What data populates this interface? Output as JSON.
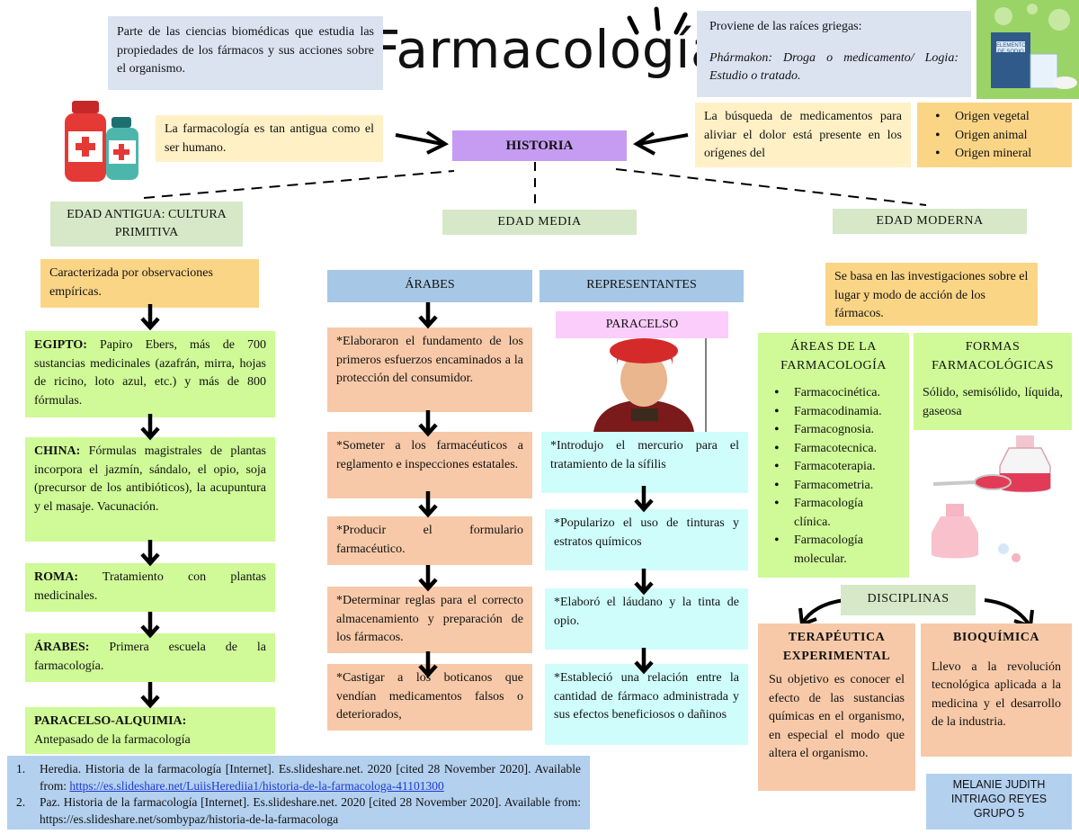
{
  "title": "Farmacología",
  "definition": "Parte de las ciencias biomédicas que estudia las propiedades de los fármacos y sus acciones sobre el organismo.",
  "etymology": {
    "intro": "Proviene de las raíces griegas:",
    "detail": "Phármakon: Droga o medicamento/ Logia: Estudio o tratado."
  },
  "ancient_note": "La farmacología es tan antigua como el ser humano.",
  "search_note": "La búsqueda de medicamentos para aliviar el dolor está presente en los orígenes del",
  "origins": [
    "Origen vegetal",
    "Origen animal",
    "Origen mineral"
  ],
  "central": "HISTORIA",
  "eras": {
    "antigua": "EDAD ANTIGUA: CULTURA PRIMITIVA",
    "media": "EDAD MEDIA",
    "moderna": "EDAD MODERNA"
  },
  "antigua": {
    "intro": "Caracterizada por observaciones empíricas.",
    "items": [
      {
        "label": "EGIPTO:",
        "text": " Papiro Ebers, más de 700 sustancias medicinales (azafrán, mirra, hojas de ricino, loto azul, etc.) y más de 800 fórmulas."
      },
      {
        "label": "CHINA:",
        "text": " Fórmulas magistrales de plantas incorpora el jazmín, sándalo, el opio, soja (precursor de los antibióticos), la acupuntura y el masaje. Vacunación."
      },
      {
        "label": "ROMA:",
        "text": " Tratamiento con plantas medicinales."
      },
      {
        "label": "ÁRABES:",
        "text": " Primera escuela de la farmacología."
      },
      {
        "label": "PARACELSO-ALQUIMIA:",
        "text": "Antepasado de la farmacología"
      }
    ]
  },
  "media": {
    "arabes_header": "ÁRABES",
    "arabes_items": [
      "*Elaboraron el fundamento de los primeros esfuerzos encaminados a la protección del consumidor.",
      "*Someter a los farmacéuticos a reglamento e inspecciones estatales.",
      "*Producir el formulario farmacéutico.",
      "*Determinar reglas para el correcto almacenamiento y preparación de los fármacos.",
      "*Castigar a los boticanos que vendían medicamentos falsos o deteriorados,"
    ],
    "rep_header": "REPRESENTANTES",
    "rep_name": "PARACELSO",
    "rep_items": [
      "*Introdujo el mercurio para el tratamiento de la sífilis",
      "*Popularizo el uso de tinturas y estratos químicos",
      "*Elaboró el láudano y la tinta de opio.",
      "*Estableció una relación entre la cantidad de fármaco administrada y sus efectos beneficiosos o dañinos"
    ]
  },
  "moderna": {
    "intro": "Se basa en las investigaciones sobre el lugar y modo de acción de los fármacos.",
    "areas_title": "ÁREAS DE LA FARMACOLOGÍA",
    "areas": [
      "Farmacocinética.",
      "Farmacodinamia.",
      "Farmacognosia.",
      "Farmacotecnica.",
      "Farmacoterapia.",
      "Farmacometria.",
      "Farmacología clínica.",
      "Farmacología molecular."
    ],
    "formas_title": "FORMAS FARMACOLÓGICAS",
    "formas_text": "Sólido, semisólido, líquida, gaseosa",
    "disciplinas": "DISCIPLINAS",
    "terapeutica_title": "TERAPÉUTICA EXPERIMENTAL",
    "terapeutica_text": "Su objetivo es conocer el efecto de las sustancias químicas en el organismo, en especial el modo que altera el organismo.",
    "bioquimica_title": "BIOQUÍMICA",
    "bioquimica_text": "Llevo a la revolución tecnológica aplicada a la medicina y el desarrollo de la industria."
  },
  "references": [
    {
      "num": "1.",
      "text": "Heredia. Historia de la farmacología [Internet]. Es.slideshare.net. 2020 [cited 28 November 2020]. Available from: ",
      "url": "https://es.slideshare.net/LuiisHerediia1/historia-de-la-farmacologa-41101300"
    },
    {
      "num": "2.",
      "text": "Paz. Historia de la farmacología [Internet]. Es.slideshare.net. 2020 [cited 28 November 2020]. Available from: https://es.slideshare.net/sombypaz/historia-de-la-farmacologa",
      "url": ""
    }
  ],
  "author": {
    "name": "MELANIE JUDITH INTRIAGO REYES",
    "group": "GRUPO 5"
  },
  "book_label": "ELEMENTO DE SODIO",
  "colors": {
    "blue": "#dbe3f1",
    "yellow": "#fff0c6",
    "orange": "#fbd586",
    "green": "#d6e8c7",
    "lime": "#cffa97",
    "salmon": "#f7c9a8",
    "cyan": "#cffdfb",
    "steel": "#a6c8e6",
    "pink": "#fbcdfb",
    "purple": "#c69cf2"
  }
}
